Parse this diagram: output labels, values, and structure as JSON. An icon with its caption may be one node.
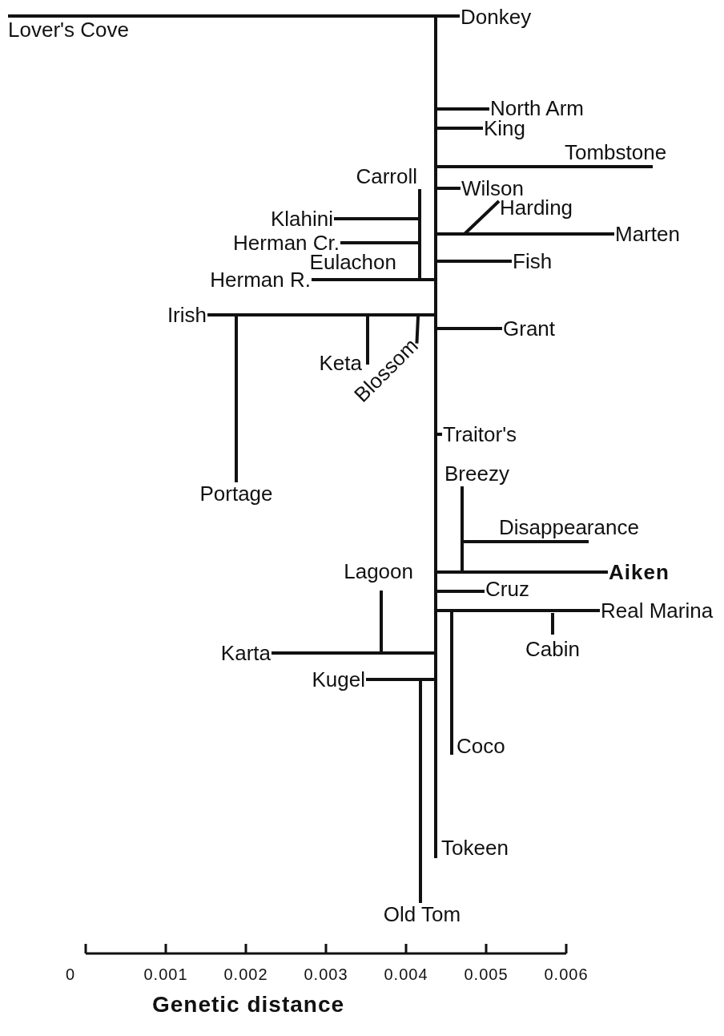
{
  "diagram": {
    "nodes": [
      {
        "text": [],
        "shape": "bar"
      },
      {
        "text": [
          "Donkey"
        ]
      },
      {
        "text": [
          "Lover's Cove"
        ]
      },
      {
        "text": [
          "North Arm"
        ]
      },
      {
        "text": [
          "King"
        ]
      },
      {
        "text": [
          "Tombstone"
        ]
      },
      {
        "text": [
          "Carroll"
        ]
      },
      {
        "text": [
          "Wilson"
        ]
      },
      {
        "text": [
          "Klahini"
        ]
      },
      {
        "text": [
          "Harding"
        ]
      },
      {
        "text": [
          "Herman Cr."
        ]
      },
      {
        "text": [
          "Marten"
        ]
      },
      {
        "text": [
          "Fish"
        ]
      },
      {
        "text": [
          "Herman R."
        ]
      },
      {
        "text": [
          "Irish"
        ]
      },
      {
        "text": [
          "Grant"
        ]
      },
      {
        "text": [
          "Keta"
        ]
      },
      {
        "text": [
          "Blossom"
        ]
      },
      {
        "text": [
          "Traitor's"
        ]
      },
      {
        "text": [
          "Breezy"
        ]
      },
      {
        "text": [
          "Portage"
        ]
      },
      {
        "text": [
          "Disappearance"
        ]
      },
      {
        "text": [
          "Lagoon"
        ]
      },
      {
        "text": [
          "Aiken"
        ]
      },
      {
        "text": [
          "Cruz"
        ]
      },
      {
        "text": [
          "Real Marina"
        ]
      },
      {
        "text": [
          "Cabin"
        ]
      },
      {
        "text": [
          "Karta"
        ]
      },
      {
        "text": [
          "Kugel"
        ]
      },
      {
        "text": [
          "Coco"
        ]
      },
      {
        "text": [
          "Tokeen"
        ]
      },
      {
        "text": [
          "Old Tom"
        ]
      }
    ],
    "edges": [
      {
        "from": 0,
        "to": 1,
        "arrow": "none"
      },
      {
        "from": 0,
        "to": 2,
        "arrow": "none"
      },
      {
        "from": 0,
        "to": 3,
        "arrow": "none"
      },
      {
        "from": 0,
        "to": 4,
        "arrow": "none"
      },
      {
        "from": 0,
        "to": 5,
        "arrow": "none"
      },
      {
        "from": null,
        "to": 6,
        "arrow": "none"
      },
      {
        "from": 0,
        "to": 7,
        "arrow": "none"
      },
      {
        "from": null,
        "to": 8,
        "arrow": "none"
      },
      {
        "from": null,
        "to": 9,
        "arrow": "none"
      },
      {
        "from": null,
        "to": 10,
        "arrow": "none"
      },
      {
        "from": 0,
        "to": 11,
        "arrow": "none"
      },
      {
        "from": 0,
        "to": 12,
        "arrow": "none"
      },
      {
        "from": 0,
        "to": 13,
        "arrow": "none"
      },
      {
        "from": 0,
        "to": 14,
        "arrow": "none"
      },
      {
        "from": 0,
        "to": 15,
        "arrow": "none"
      },
      {
        "from": null,
        "to": 16,
        "arrow": "none"
      },
      {
        "from": null,
        "to": 17,
        "arrow": "none"
      },
      {
        "from": 0,
        "to": 18,
        "arrow": "none"
      },
      {
        "from": null,
        "to": 19,
        "arrow": "none"
      },
      {
        "from": null,
        "to": 20,
        "arrow": "none"
      },
      {
        "from": null,
        "to": 21,
        "arrow": "none"
      },
      {
        "from": null,
        "to": 22,
        "arrow": "none"
      },
      {
        "from": 0,
        "to": 23,
        "arrow": "none"
      },
      {
        "from": 0,
        "to": 24,
        "arrow": "none"
      },
      {
        "from": 0,
        "to": 25,
        "arrow": "none"
      },
      {
        "from": null,
        "to": 26,
        "arrow": "none"
      },
      {
        "from": 0,
        "to": 27,
        "arrow": "none"
      },
      {
        "from": 0,
        "to": 28,
        "arrow": "none"
      },
      {
        "from": null,
        "to": 29,
        "arrow": "none"
      },
      {
        "from": 0,
        "to": 30,
        "arrow": "none"
      },
      {
        "from": null,
        "to": 31,
        "arrow": "none"
      }
    ],
    "labels": [
      "Eulachon",
      "0",
      "0.001",
      "0.002",
      "0.003",
      "0.004",
      "0.005",
      "0.006",
      "Genetic distance"
    ]
  }
}
